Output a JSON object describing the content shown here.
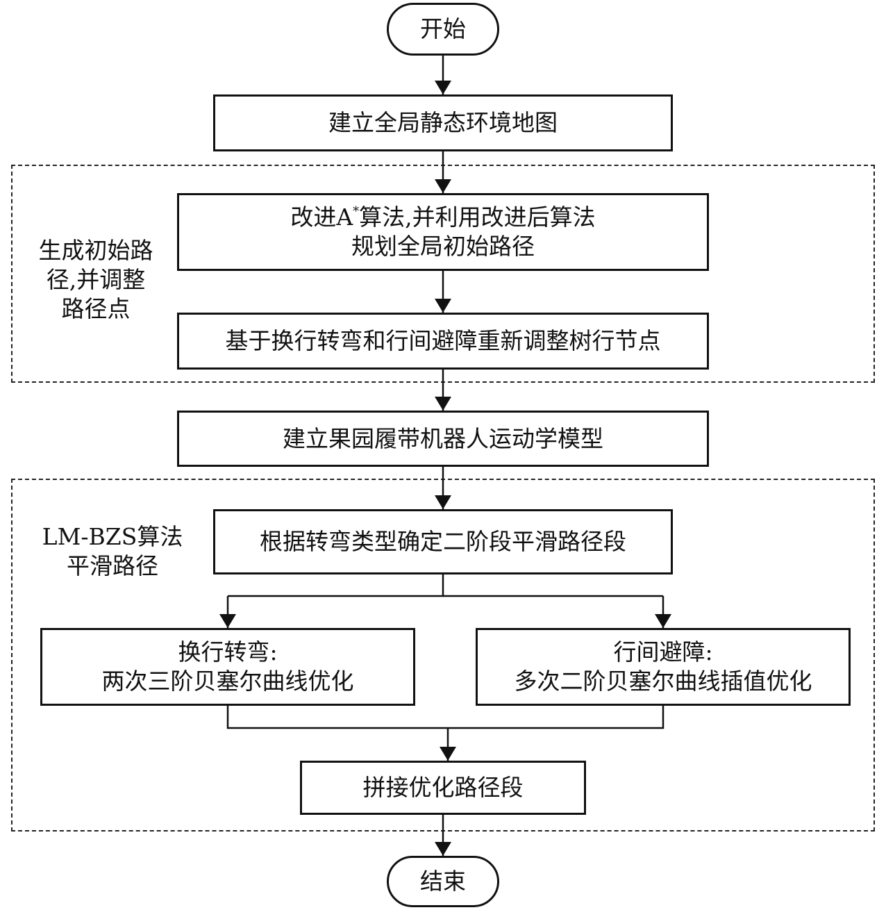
{
  "nodes": {
    "start": "开始",
    "build_map": "建立全局静态环境地图",
    "improve_astar": {
      "line1_pre": "改进A",
      "line1_sup": "*",
      "line1_post": "算法,并利用改进后算法",
      "line2": "规划全局初始路径"
    },
    "adjust_nodes": "基于换行转弯和行间避障重新调整树行节点",
    "kinematic_model": "建立果园履带机器人运动学模型",
    "determine_segments": "根据转弯类型确定二阶段平滑路径段",
    "turn_branch": {
      "line1": "换行转弯:",
      "line2": "两次三阶贝塞尔曲线优化"
    },
    "avoid_branch": {
      "line1": "行间避障:",
      "line2": "多次二阶贝塞尔曲线插值优化"
    },
    "splice": "拼接优化路径段",
    "end": "结束"
  },
  "groups": {
    "initial_path": {
      "line1": "生成初始路",
      "line2": "径,并调整",
      "line3": "路径点"
    },
    "smoothing": {
      "line1": "LM-BZS算法",
      "line2": "平滑路径"
    }
  }
}
